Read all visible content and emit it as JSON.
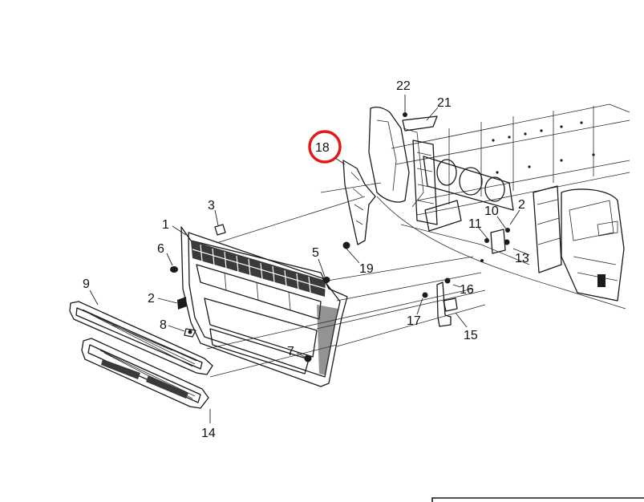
{
  "diagram": {
    "highlight_color": "#e0191a",
    "callouts": {
      "c1": "1",
      "c2a": "2",
      "c2b": "2",
      "c3": "3",
      "c5": "5",
      "c6": "6",
      "c7": "7",
      "c8": "8",
      "c9": "9",
      "c10": "10",
      "c11": "11",
      "c13": "13",
      "c14": "14",
      "c15": "15",
      "c16": "16",
      "c17": "17",
      "c18": "18",
      "c19": "19",
      "c21": "21",
      "c22": "22"
    }
  }
}
